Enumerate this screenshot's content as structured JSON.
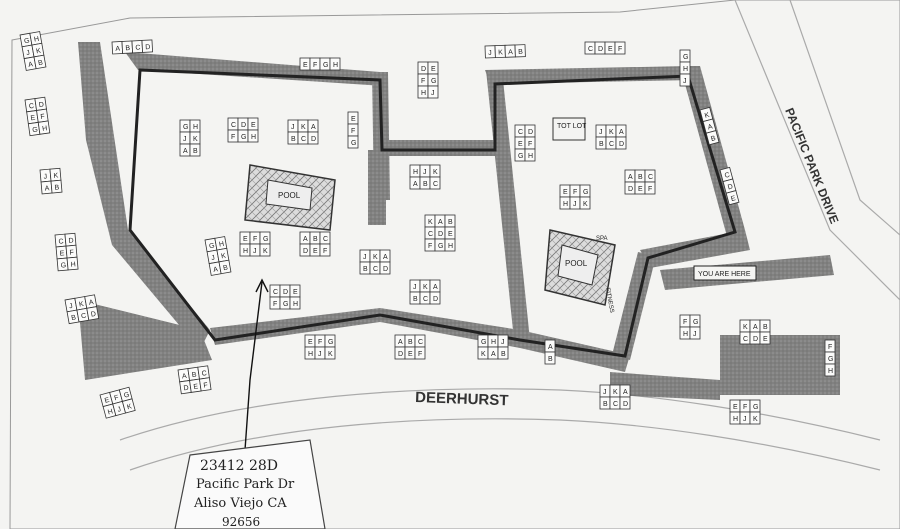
{
  "map": {
    "street_bottom": "DEERHURST",
    "street_right": "PACIFIC PARK DRIVE",
    "you_are_here": "YOU ARE HERE",
    "amenities": {
      "pool_left": "POOL",
      "pool_right": "POOL",
      "tot_lot": "TOT LOT",
      "fitness": "FITNESS",
      "spa": "SPA"
    },
    "handwritten_note": [
      "23412 28D",
      "Pacific Park Dr",
      "Aliso Viejo CA",
      "92656"
    ],
    "unit_letters": [
      "A",
      "B",
      "C",
      "D",
      "E",
      "F",
      "G",
      "H",
      "J",
      "K"
    ]
  }
}
